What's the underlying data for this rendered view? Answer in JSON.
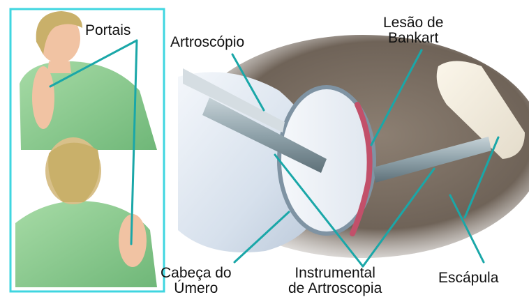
{
  "labels": {
    "portais": "Portais",
    "artroscopio": "Artroscópio",
    "lesao_line1": "Lesão de",
    "lesao_line2": "Bankart",
    "cabeca_line1": "Cabeça do",
    "cabeca_line2": "Úmero",
    "instrumental_line1": "Instrumental",
    "instrumental_line2": "de Artroscopia",
    "escapula": "Escápula"
  },
  "colors": {
    "frame": "#3fd6e0",
    "leader": "#1aa7a8",
    "leader_dark": "#126c6e",
    "gown": "#86c98a",
    "skin": "#f1c3a3",
    "hair": "#c9b06a",
    "humeral_head": "#d9e3ee",
    "tissue": "#7a6b5d",
    "lesion": "#c2506a"
  }
}
